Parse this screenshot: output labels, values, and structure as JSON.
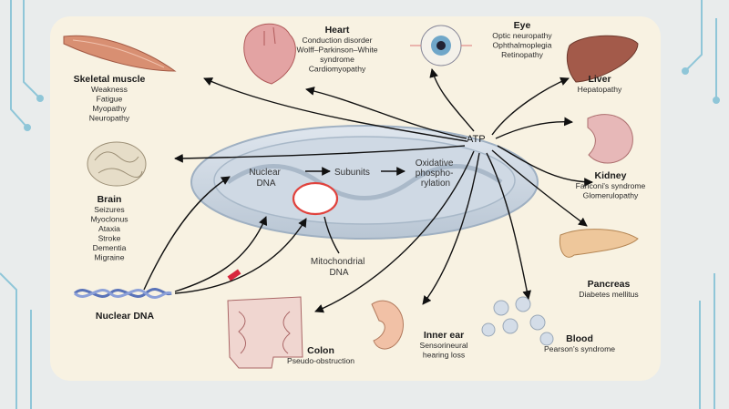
{
  "center": {
    "atp": "ATP",
    "nuclear_dna": [
      "Nuclear",
      "DNA"
    ],
    "subunits": "Subunits",
    "oxphos": [
      "Oxidative",
      "phospho-",
      "rylation"
    ],
    "mito_dna": [
      "Mitochondrial",
      "DNA"
    ]
  },
  "organs": [
    {
      "key": "skeletal",
      "title": "Skeletal muscle",
      "items": [
        "Weakness",
        "Fatigue",
        "Myopathy",
        "Neuropathy"
      ]
    },
    {
      "key": "heart",
      "title": "Heart",
      "items": [
        "Conduction disorder",
        "Wolff–Parkinson–White",
        "syndrome",
        "Cardiomyopathy"
      ]
    },
    {
      "key": "eye",
      "title": "Eye",
      "items": [
        "Optic neuropathy",
        "Ophthalmoplegia",
        "Retinopathy"
      ]
    },
    {
      "key": "liver",
      "title": "Liver",
      "items": [
        "Hepatopathy"
      ]
    },
    {
      "key": "brain",
      "title": "Brain",
      "items": [
        "Seizures",
        "Myoclonus",
        "Ataxia",
        "Stroke",
        "Dementia",
        "Migraine"
      ]
    },
    {
      "key": "kidney",
      "title": "Kidney",
      "items": [
        "Fanconi's syndrome",
        "Glomerulopathy"
      ]
    },
    {
      "key": "pancreas",
      "title": "Pancreas",
      "items": [
        "Diabetes mellitus"
      ]
    },
    {
      "key": "nucleardna",
      "title": "Nuclear DNA",
      "items": []
    },
    {
      "key": "colon",
      "title": "Colon",
      "items": [
        "Pseudo-obstruction"
      ]
    },
    {
      "key": "innerear",
      "title": "Inner ear",
      "items": [
        "Sensorineural",
        "hearing loss"
      ]
    },
    {
      "key": "blood",
      "title": "Blood",
      "items": [
        "Pearson's syndrome"
      ]
    }
  ]
}
